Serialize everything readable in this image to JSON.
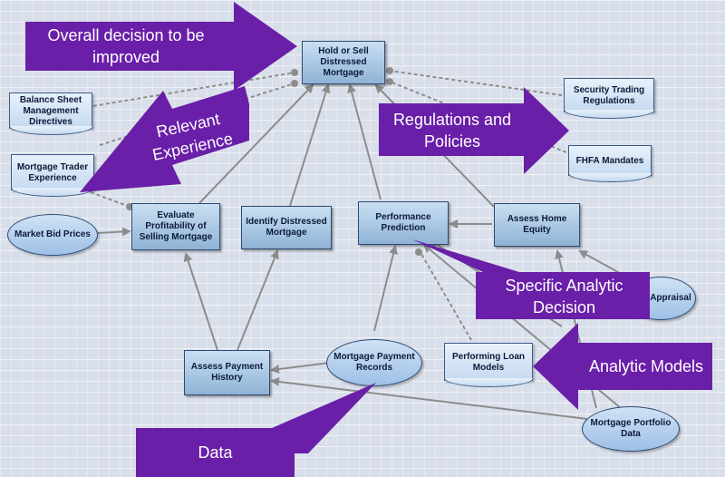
{
  "nodes": {
    "hold_or_sell": "Hold or Sell Distressed Mortgage",
    "balance_sheet": "Balance Sheet Management Directives",
    "security_trading": "Security Trading Regulations",
    "mortgage_trader": "Mortgage Trader Experience",
    "fhfa": "FHFA Mandates",
    "market_bid": "Market Bid Prices",
    "evaluate_profitability": "Evaluate Profitability of Selling Mortgage",
    "identify_distressed": "Identify Distressed Mortgage",
    "performance_prediction": "Performance Prediction",
    "assess_home_equity": "Assess Home Equity",
    "appraisal": "Appraisal",
    "assess_payment_history": "Assess Payment History",
    "mortgage_payment_records": "Mortgage Payment Records",
    "performing_loan_models": "Performing Loan Models",
    "mortgage_portfolio_data": "Mortgage Portfolio Data"
  },
  "callouts": {
    "overall_decision": "Overall decision to be improved",
    "relevant_experience": "Relevant Experience",
    "regulations": "Regulations and Policies",
    "specific_decision": "Specific Analytic Decision",
    "analytic_models": "Analytic Models",
    "data": "Data"
  },
  "colors": {
    "callout_fill": "#6a1fa8",
    "decision_fill": "#a9c6e4",
    "edge_solid": "#8c8c8c",
    "edge_dashed": "#8c8c8c"
  }
}
